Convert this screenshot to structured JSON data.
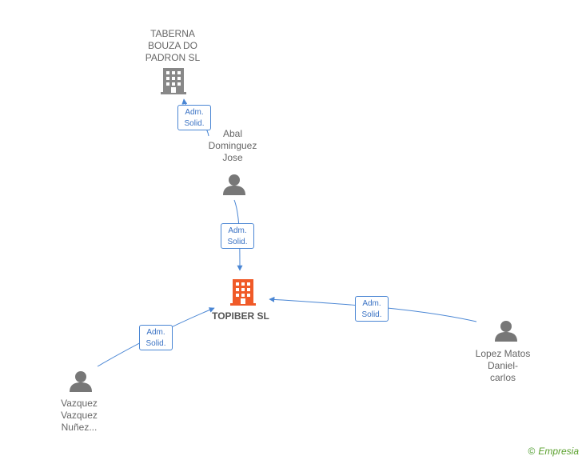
{
  "colors": {
    "edge": "#4a86d4",
    "person": "#777777",
    "company": "#888888",
    "center": "#f05a28"
  },
  "nodes": {
    "taberna": {
      "label": "TABERNA\nBOUZA DO\nPADRON  SL",
      "icon": "building-icon"
    },
    "abal": {
      "label": "Abal\nDominguez\nJose",
      "icon": "person-icon"
    },
    "topiber": {
      "label": "TOPIBER SL",
      "icon": "building-icon"
    },
    "lopez": {
      "label": "Lopez Matos\nDaniel-\ncarlos",
      "icon": "person-icon"
    },
    "vazquez": {
      "label": "Vazquez\nVazquez\nNuñez...",
      "icon": "person-icon"
    }
  },
  "edges": {
    "abal_taberna": "Adm.\nSolid.",
    "abal_topiber": "Adm.\nSolid.",
    "lopez_topiber": "Adm.\nSolid.",
    "vazquez_topiber": "Adm.\nSolid."
  },
  "footer": {
    "copyright": "©",
    "brand": "Empresia"
  }
}
